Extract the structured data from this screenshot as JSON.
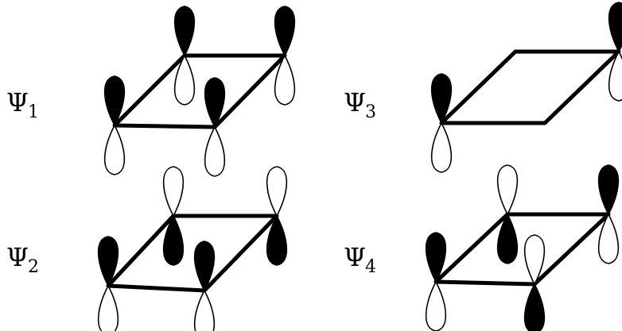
{
  "diagrams": [
    {
      "symbol": "Ψ",
      "subscript": "1",
      "lobes": [
        "black",
        "black",
        "black",
        "black"
      ]
    },
    {
      "symbol": "Ψ",
      "subscript": "3",
      "lobes": [
        "black",
        "",
        "",
        "black"
      ]
    },
    {
      "symbol": "Ψ",
      "subscript": "2",
      "lobes": [
        "black",
        "black",
        "white",
        "white"
      ]
    },
    {
      "symbol": "Ψ",
      "subscript": "4",
      "lobes": [
        "black",
        "white",
        "white",
        "black"
      ]
    }
  ],
  "colors": {
    "filled": "#000000",
    "empty": "#ffffff",
    "bond": "#000000"
  }
}
